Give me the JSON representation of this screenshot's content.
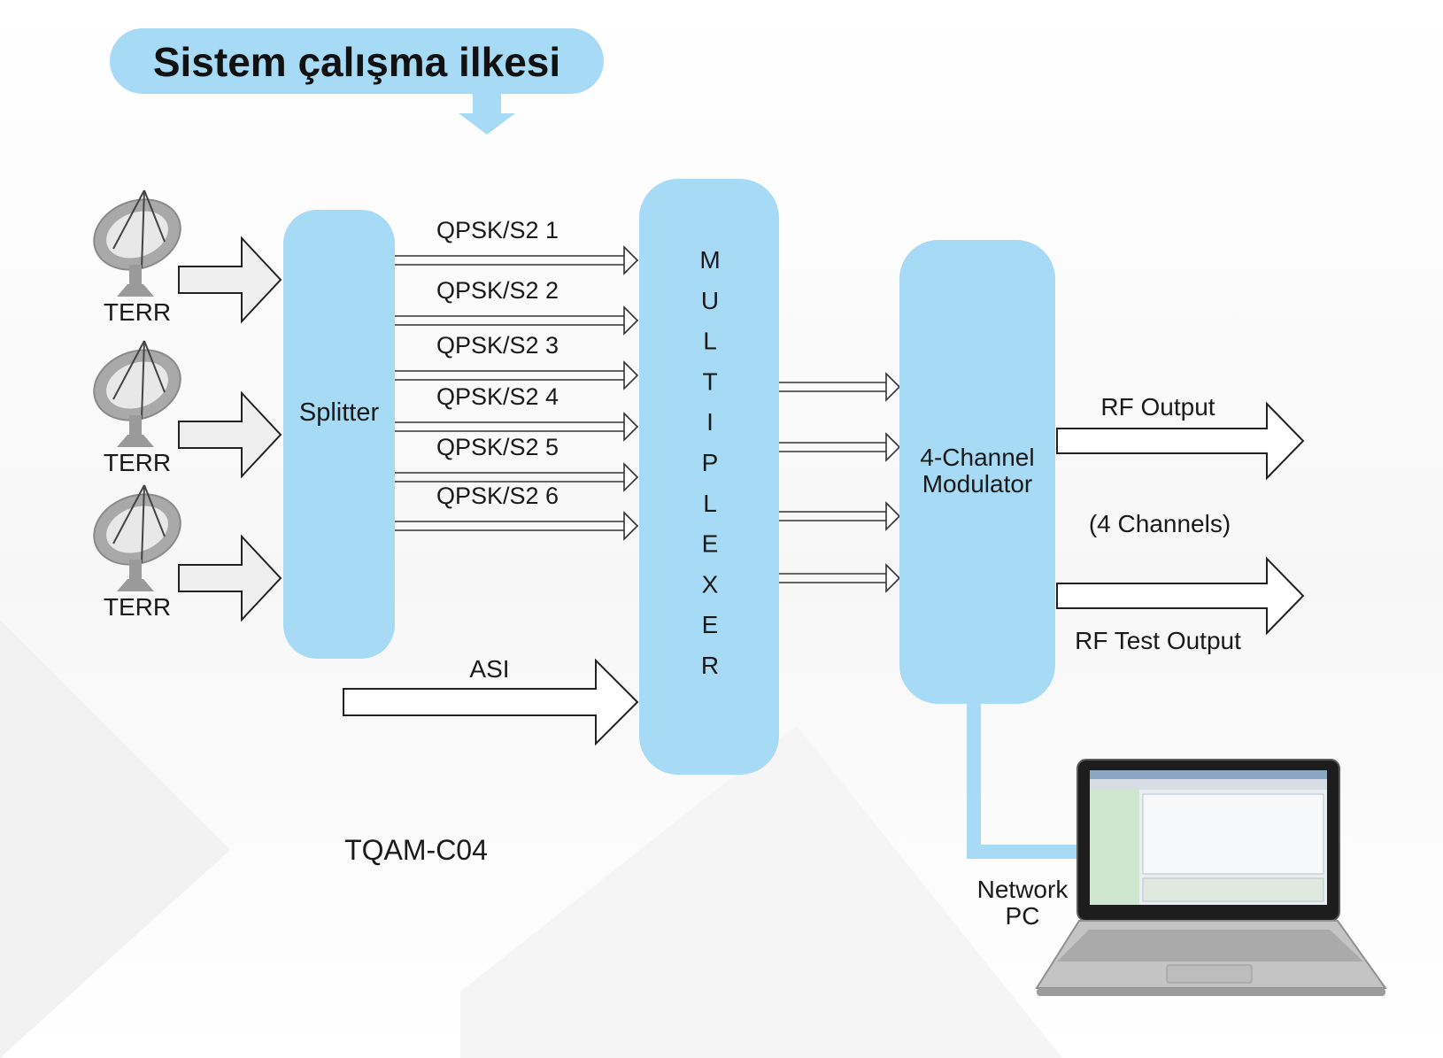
{
  "title": "Sistem çalışma ilkesi",
  "sources": [
    {
      "label": "TERR"
    },
    {
      "label": "TERR"
    },
    {
      "label": "TERR"
    }
  ],
  "splitter": {
    "label": "Splitter"
  },
  "streams": [
    "QPSK/S2 1",
    "QPSK/S2 2",
    "QPSK/S2 3",
    "QPSK/S2 4",
    "QPSK/S2 5",
    "QPSK/S2 6"
  ],
  "asi": {
    "label": "ASI"
  },
  "multiplexer": {
    "letters": [
      "M",
      "U",
      "L",
      "T",
      "I",
      "P",
      "L",
      "E",
      "X",
      "E",
      "R"
    ]
  },
  "modulator": {
    "line1": "4-Channel",
    "line2": "Modulator"
  },
  "outputs": {
    "rf_output": "RF Output",
    "channels": "(4 Channels)",
    "rf_test_output": "RF Test Output"
  },
  "model": "TQAM-C04",
  "network_pc": {
    "line1": "Network",
    "line2": "PC"
  },
  "colors": {
    "block": "#a6daf5",
    "title_bg": "#a6daf5",
    "arrow_fill": "#f0f0f0",
    "arrow_stroke": "#222222",
    "text": "#1a1a1a"
  }
}
